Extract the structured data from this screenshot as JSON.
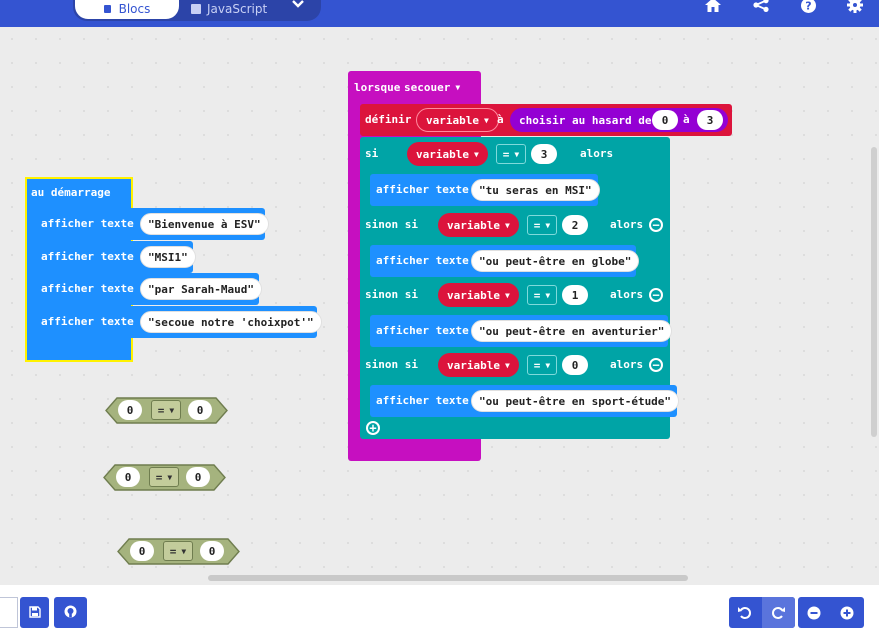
{
  "header": {
    "tabs": [
      {
        "label": "Blocs",
        "active": true
      },
      {
        "label": "JavaScript",
        "active": false
      }
    ],
    "icons": [
      "home-icon",
      "share-icon",
      "help-icon",
      "settings-icon"
    ]
  },
  "colors": {
    "header": "#3454d1",
    "event_magenta": "#c60fc0",
    "variable_red": "#dc143c",
    "math_purple": "#9400d3",
    "logic_teal": "#00a4a6",
    "basic_blue": "#1e90ff",
    "disabled_olive": "#a5b37e"
  },
  "workspace": {
    "on_start": {
      "label": "au démarrage",
      "statements": [
        {
          "label": "afficher texte",
          "value": "\"Bienvenue à ESV\""
        },
        {
          "label": "afficher texte",
          "value": "\"MSI1\""
        },
        {
          "label": "afficher texte",
          "value": "\"par Sarah-Maud\""
        },
        {
          "label": "afficher texte",
          "value": "\"secoue notre 'choixpot'\""
        }
      ]
    },
    "on_gesture": {
      "label": "lorsque",
      "gesture": "secouer",
      "set_var": {
        "label": "définir",
        "variable": "variable",
        "to": "à",
        "random_label": "choisir au hasard de",
        "from": "0",
        "between": "à",
        "to_value": "3"
      },
      "if_block": {
        "if_label": "si",
        "then_label": "alors",
        "else_if_label": "sinon si",
        "branches": [
          {
            "variable": "variable",
            "op": "=",
            "value": "3",
            "show_label": "afficher texte",
            "text": "\"tu seras en MSI\""
          },
          {
            "variable": "variable",
            "op": "=",
            "value": "2",
            "show_label": "afficher texte",
            "text": "\"ou peut-être en globe\""
          },
          {
            "variable": "variable",
            "op": "=",
            "value": "1",
            "show_label": "afficher texte",
            "text": "\"ou peut-être en aventurier\""
          },
          {
            "variable": "variable",
            "op": "=",
            "value": "0",
            "show_label": "afficher texte",
            "text": "\"ou peut-être en sport-étude\""
          }
        ]
      }
    },
    "stray_compares": [
      {
        "left": "0",
        "op": "=",
        "right": "0"
      },
      {
        "left": "0",
        "op": "=",
        "right": "0"
      },
      {
        "left": "0",
        "op": "=",
        "right": "0"
      }
    ]
  },
  "footer": {
    "buttons": [
      "save-icon",
      "github-icon",
      "undo-icon",
      "redo-icon",
      "zoom-out-icon",
      "zoom-in-icon"
    ]
  }
}
